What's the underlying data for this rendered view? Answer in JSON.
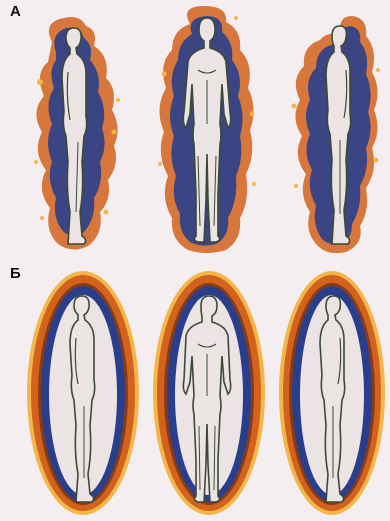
{
  "panels": [
    {
      "label": "А",
      "state": "irregular-aura",
      "figures": [
        {
          "view": "side-profile"
        },
        {
          "view": "front"
        },
        {
          "view": "side-profile"
        }
      ]
    },
    {
      "label": "Б",
      "state": "uniform-aura",
      "figures": [
        {
          "view": "side-profile"
        },
        {
          "view": "front"
        },
        {
          "view": "side-profile"
        }
      ]
    }
  ],
  "colors": {
    "background": "#f4eef1",
    "aura_inner_blue": "#2a3f8c",
    "aura_orange": "#d2621c",
    "aura_yellow": "#f2b64a",
    "aura_dark": "#4a1d12",
    "body_fill": "#ece4e4",
    "body_outline": "#3b4a35"
  }
}
